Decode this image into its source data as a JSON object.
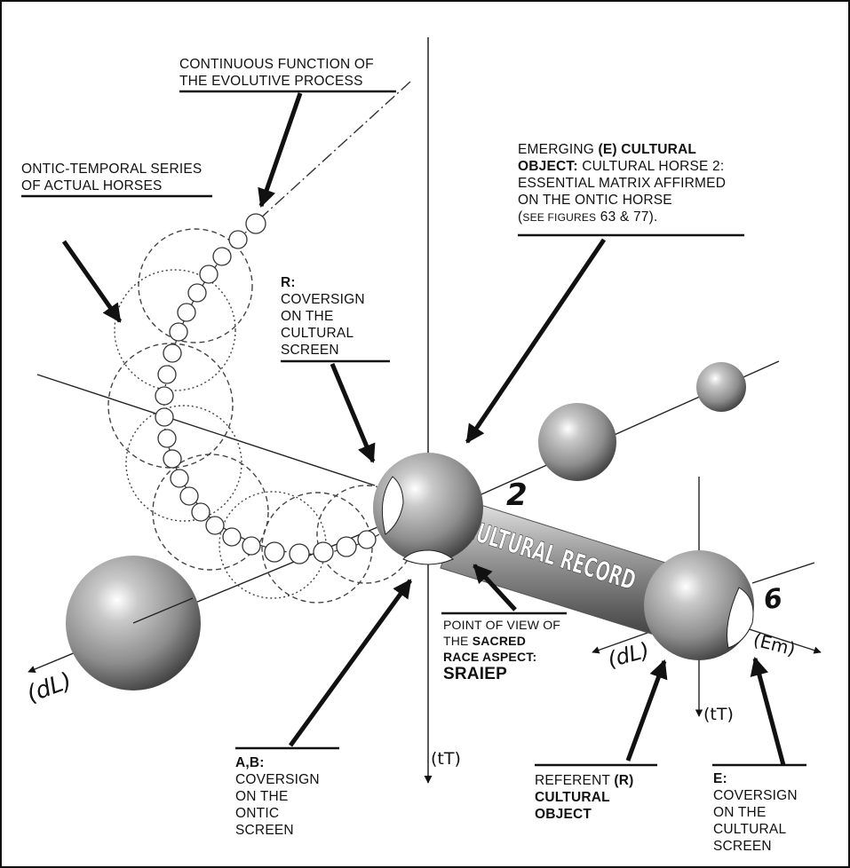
{
  "labels": {
    "continuous_function": [
      "CONTINUOUS FUNCTION OF",
      "THE EVOLUTIVE PROCESS"
    ],
    "ontic_series": [
      "ONTIC-TEMPORAL SERIES",
      "OF ACTUAL HORSES"
    ],
    "emerging": {
      "line1_a": "EMERGING ",
      "line1_b": "(E) CULTURAL",
      "line2_a": "OBJECT:",
      "line2_b": " CULTURAL HORSE 2:",
      "line3": "ESSENTIAL MATRIX AFFIRMED",
      "line4": "ON THE ONTIC HORSE",
      "line5_a": "(",
      "line5_b": "SEE FIGURES",
      "line5_c": " 63 & 77)."
    },
    "r_coversign": {
      "title": "R:",
      "lines": [
        "COVERSIGN",
        "ON THE",
        "CULTURAL",
        "SCREEN"
      ]
    },
    "point_of_view": {
      "line1": "POINT OF VIEW OF",
      "line2_a": "THE ",
      "line2_b": "SACRED",
      "line3": "RACE ASPECT:",
      "line4": "SRAIEP"
    },
    "ab_coversign": {
      "title": "A,B:",
      "lines": [
        "COVERSIGN",
        "ON THE",
        "ONTIC",
        "SCREEN"
      ]
    },
    "referent": {
      "line1_a": "REFERENT ",
      "line1_b": "(R)",
      "line2": "CULTURAL",
      "line3": "OBJECT"
    },
    "e_coversign": {
      "title": "E:",
      "lines": [
        "COVERSIGN",
        "ON THE",
        "CULTURAL",
        "SCREEN"
      ]
    }
  },
  "axes": {
    "dL_left": "(dL)",
    "dL_right": "(dL)",
    "tT_center": "(tT)",
    "tT_right": "(tT)",
    "Em": "(Em)"
  },
  "markers": {
    "two": "2",
    "six": "6"
  },
  "tube_label": "CULTURAL RECORD"
}
